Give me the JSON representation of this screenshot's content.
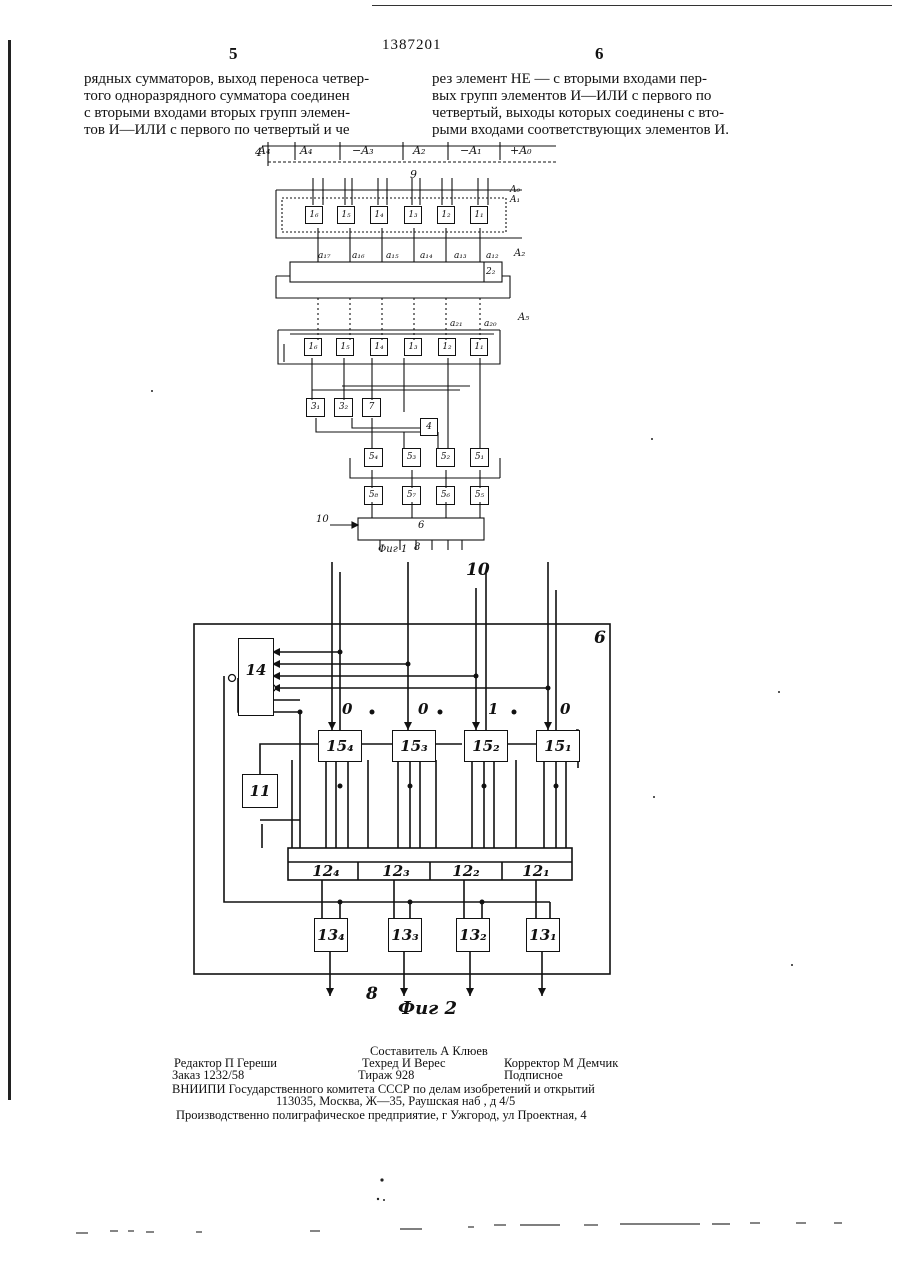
{
  "header": {
    "page_left": "5",
    "patent_number": "1387201",
    "page_right": "6"
  },
  "columns": {
    "left": [
      "рядных сумматоров, выход переноса четвер-",
      "того одноразрядного сумматора соединен",
      "с вторыми входами вторых групп элемен-",
      "тов И—ИЛИ с первого по четвертый и че"
    ],
    "right": [
      "рез элемент НЕ — с вторыми входами пер-",
      "вых групп элементов И—ИЛИ с первого по",
      "четвертый, выходы которых соединены с вто-",
      "рыми входами соответствующих элементов И."
    ]
  },
  "fig1": {
    "operand_groups": [
      "A₄",
      "A₄",
      "−A₃",
      "A₂",
      "−A₁",
      "+A₀"
    ],
    "label_9": "9",
    "adders_row1": [
      "1₆",
      "1₅",
      "1₄",
      "1₃",
      "1₂",
      "1₁"
    ],
    "adders_row2": [
      "1₆",
      "1₅",
      "1₄",
      "1₃",
      "1₂",
      "1₁"
    ],
    "row1_marks": [
      "A₀",
      "A₁"
    ],
    "row2_mark": "A₂",
    "row3_mark": "A₅",
    "mid_labels": [
      "a₁₇",
      "a₁₆",
      "a₁₅",
      "a₁₄",
      "a₁₃",
      "a₁₂"
    ],
    "mid_box_label": "2₂",
    "row2_top": [
      "a₂₁",
      "a₂₀"
    ],
    "small_blocks": [
      "3₁",
      "3₂",
      "7"
    ],
    "block_4": "4",
    "blocks_5_upper": [
      "5₄",
      "5₃",
      "5₂",
      "5₁"
    ],
    "blocks_5_lower": [
      "5₈",
      "5₇",
      "5₆",
      "5₅"
    ],
    "input_10": "10",
    "block_6": "6",
    "caption": "Фиг 1",
    "output_8": "8"
  },
  "fig2": {
    "frame_label": "6",
    "input_10": "10",
    "block_14": "14",
    "block_11": "11",
    "blocks_15": [
      "15₄",
      "15₃",
      "15₂",
      "15₁"
    ],
    "bits": [
      "0",
      "0",
      "1",
      "0"
    ],
    "blocks_12": [
      "12₄",
      "12₃",
      "12₂",
      "12₁"
    ],
    "blocks_13": [
      "13₄",
      "13₃",
      "13₂",
      "13₁"
    ],
    "output_8": "8",
    "caption": "Фиг 2"
  },
  "footer": {
    "compiler": "Составитель А  Клюев",
    "editor": "Редактор П  Гереши",
    "techred": "Техред И  Верес",
    "corrector": "Корректор М  Демчик",
    "order": "Заказ 1232/58",
    "circulation": "Тираж 928",
    "subscription": "Подписное",
    "institute": "ВНИИПИ Государственного комитета СССР по делам изобретений и открытий",
    "address": "113035, Москва,  Ж—35,  Раушская  наб ,  д  4/5",
    "printer": "Производственно полиграфическое предприятие, г  Ужгород, ул  Проектная, 4"
  }
}
